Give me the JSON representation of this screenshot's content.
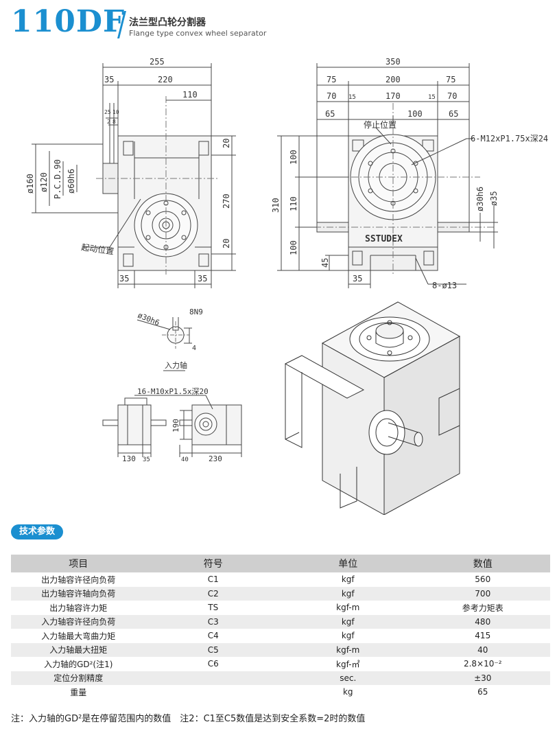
{
  "header": {
    "model": "110DF",
    "title_cn": "法兰型凸轮分割器",
    "title_en": "Flange type convex wheel separator"
  },
  "drawing": {
    "front": {
      "dim_255": "255",
      "dim_35": "35",
      "dim_220": "220",
      "dim_110": "110",
      "dim_25": "25",
      "dim_10": "10",
      "dim_2": "2",
      "dim_8": "8",
      "dim_20_top": "20",
      "dim_270": "270",
      "dim_20_bot": "20",
      "dim_160": "ø160",
      "dim_120": "ø120",
      "dim_pcd": "P.C.D.90",
      "dim_60h6": "ø60h6",
      "start_pos": "起动位置",
      "bot_35_left": "35",
      "bot_35_right": "35"
    },
    "side": {
      "dim_350": "350",
      "dim_75_l": "75",
      "dim_200": "200",
      "dim_75_r": "75",
      "dim_70_l": "70",
      "dim_15_l": "15",
      "dim_170": "170",
      "dim_15_r": "15",
      "dim_70_r": "70",
      "dim_65_l": "65",
      "dim_100_top": "100",
      "dim_65_r": "65",
      "stop_pos": "停止位置",
      "thread_out": "6-M12xP1.75x深24",
      "dim_310": "310",
      "dim_100_v": "100",
      "dim_110_v": "110",
      "dim_100_b": "100",
      "dim_45": "45",
      "dim_30h6": "ø30h6",
      "dim_35": "ø35",
      "brand": "SSTUDEX",
      "bot_35": "35",
      "holes": "8-ø13"
    },
    "shaft": {
      "dia": "ø30h6",
      "key": "8N9",
      "depth": "4",
      "label": "入力轴"
    },
    "mini": {
      "thread": "16-M10xP1.5x深20",
      "dim_130": "130",
      "dim_35": "35",
      "dim_190": "190",
      "dim_40": "40",
      "dim_230": "230"
    }
  },
  "specs": {
    "badge": "技术参数",
    "headers": [
      "项目",
      "符号",
      "单位",
      "数值"
    ],
    "rows": [
      [
        "出力轴容许径向负荷",
        "C1",
        "kgf",
        "560"
      ],
      [
        "出力轴容许轴向负荷",
        "C2",
        "kgf",
        "700"
      ],
      [
        "出力轴容许力矩",
        "TS",
        "kgf-m",
        "参考力矩表"
      ],
      [
        "入力轴容许径向负荷",
        "C3",
        "kgf",
        "480"
      ],
      [
        "入力轴最大弯曲力矩",
        "C4",
        "kgf",
        "415"
      ],
      [
        "入力轴最大扭矩",
        "C5",
        "kgf-m",
        "40"
      ],
      [
        "入力轴的GD²(注1)",
        "C6",
        "kgf-㎡",
        "2.8×10⁻²"
      ],
      [
        "定位分割精度",
        "",
        "sec.",
        "±30"
      ],
      [
        "重量",
        "",
        "kg",
        "65"
      ]
    ],
    "note": "注：入力轴的GD²是在停留范围内的数值　注2：C1至C5数值是达到安全系数=2时的数值"
  },
  "colors": {
    "accent": "#1b8fd0",
    "header_row": "#cfcfcf",
    "alt_row": "#ececec",
    "line": "#444444"
  }
}
